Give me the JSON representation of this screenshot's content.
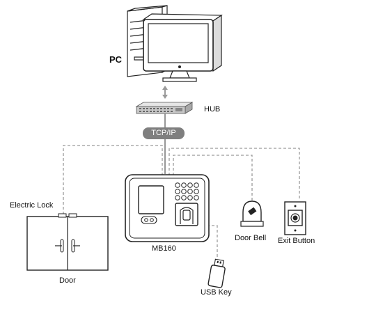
{
  "labels": {
    "pc": "PC",
    "hub": "HUB",
    "protocol": "TCP/IP",
    "electric_lock": "Electric Lock",
    "device": "MB160",
    "door_bell": "Door Bell",
    "exit_button": "Exit Button",
    "door": "Door",
    "usb_key": "USB Key"
  },
  "colors": {
    "line": "#9a9a9a",
    "device_outline": "#222222",
    "hub_body": "#c8c8c8",
    "tcp_badge": "#7f7f7f"
  },
  "icons": [
    "pc-tower-icon",
    "monitor-icon",
    "hub-icon",
    "door-icon",
    "door-bell-icon",
    "exit-button-icon",
    "usb-key-icon",
    "terminal-device-icon"
  ]
}
